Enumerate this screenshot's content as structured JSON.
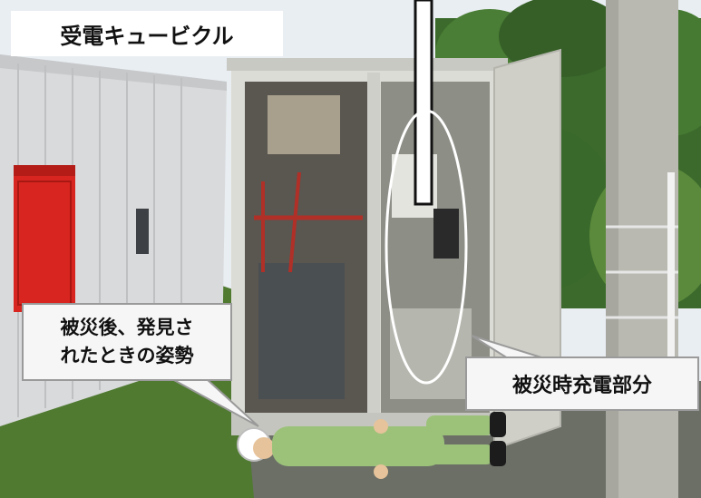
{
  "labels": {
    "title": "受電キュービクル",
    "posture_line1": "被災後、発見さ",
    "posture_line2": "れたときの姿勢",
    "charged_part": "被災時充電部分"
  },
  "colors": {
    "sky": "#e9eef2",
    "trees": "#3c6a2c",
    "grass": "#4f7a30",
    "building_wall": "#d9dadc",
    "fire_box": "#d8251f",
    "cabinet": "#dcdcd6",
    "pole": "#b9b9b2",
    "dummy_uniform": "#9cc27a",
    "highlight_ellipse": "#ffffff"
  }
}
